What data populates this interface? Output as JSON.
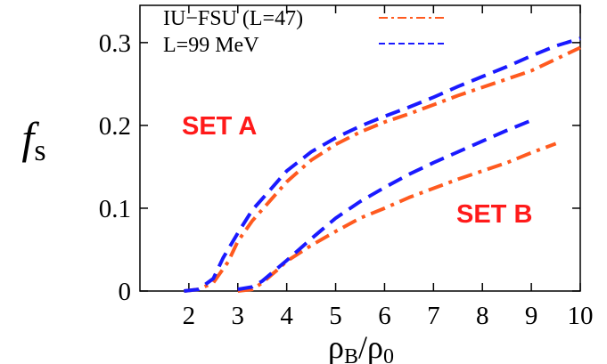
{
  "chart_data": {
    "type": "line",
    "xlabel": "ρ",
    "xlabel_sub1": "B",
    "xlabel_slash": "/ρ",
    "xlabel_sub2": "0",
    "ylabel": "f",
    "ylabel_sub": "s",
    "xlim": [
      1.0,
      10.0
    ],
    "ylim": [
      0.0,
      0.345
    ],
    "xticks": [
      2,
      3,
      4,
      5,
      6,
      7,
      8,
      9,
      10
    ],
    "xtick_labels": [
      "2",
      "3",
      "4",
      "5",
      "6",
      "7",
      "8",
      "9",
      "10"
    ],
    "yticks": [
      0,
      0.1,
      0.2,
      0.3
    ],
    "ytick_labels": [
      "0",
      "0.1",
      "0.2",
      "0.3"
    ],
    "grid": false,
    "legend_position": "top-left",
    "legend": [
      {
        "name": "IU−FSU (L=47)",
        "color": "#ff5a1f",
        "style": "dashdot"
      },
      {
        "name": "L=99 MeV",
        "color": "#1a1aff",
        "style": "dashed"
      }
    ],
    "annotations": [
      {
        "text": "SET A",
        "color": "#ff1a1a",
        "x": 3.2,
        "y": 0.195
      },
      {
        "text": "SET B",
        "color": "#ff1a1a",
        "x": 8.3,
        "y": 0.092
      }
    ],
    "series": [
      {
        "name": "IU−FSU (L=47)",
        "set": "SET A",
        "color": "#ff5a1f",
        "style": "dashdot",
        "x": [
          1.9,
          2.2,
          2.5,
          2.8,
          3.0,
          3.3,
          3.6,
          4.0,
          4.5,
          5.0,
          5.5,
          6.0,
          6.5,
          7.0,
          7.5,
          8.0,
          8.5,
          9.0,
          9.5,
          10.0
        ],
        "y": [
          0.0,
          0.002,
          0.01,
          0.035,
          0.06,
          0.085,
          0.105,
          0.132,
          0.158,
          0.177,
          0.192,
          0.204,
          0.214,
          0.225,
          0.236,
          0.246,
          0.256,
          0.266,
          0.28,
          0.294
        ]
      },
      {
        "name": "L=99 MeV",
        "set": "SET A",
        "color": "#1a1aff",
        "style": "dashed",
        "x": [
          1.9,
          2.2,
          2.5,
          2.7,
          3.0,
          3.3,
          3.6,
          4.0,
          4.5,
          5.0,
          5.5,
          6.0,
          6.5,
          7.0,
          7.5,
          8.0,
          8.5,
          9.0,
          9.5,
          10.0
        ],
        "y": [
          0.0,
          0.002,
          0.015,
          0.04,
          0.07,
          0.098,
          0.118,
          0.145,
          0.168,
          0.185,
          0.199,
          0.211,
          0.222,
          0.234,
          0.247,
          0.259,
          0.271,
          0.284,
          0.296,
          0.305
        ]
      },
      {
        "name": "IU−FSU (L=47)",
        "set": "SET B",
        "color": "#ff5a1f",
        "style": "dashdot",
        "x": [
          3.0,
          3.3,
          3.5,
          3.8,
          4.0,
          4.5,
          5.0,
          5.5,
          6.0,
          6.5,
          7.0,
          7.5,
          8.0,
          8.5,
          9.0,
          9.5
        ],
        "y": [
          0.0,
          0.002,
          0.01,
          0.025,
          0.036,
          0.055,
          0.072,
          0.088,
          0.1,
          0.113,
          0.124,
          0.135,
          0.145,
          0.155,
          0.167,
          0.178
        ]
      },
      {
        "name": "L=99 MeV",
        "set": "SET B",
        "color": "#1a1aff",
        "style": "dashed",
        "x": [
          3.0,
          3.3,
          3.5,
          3.8,
          4.0,
          4.5,
          5.0,
          5.5,
          6.0,
          6.5,
          7.0,
          7.5,
          8.0,
          8.5,
          9.0
        ],
        "y": [
          0.002,
          0.005,
          0.012,
          0.027,
          0.037,
          0.063,
          0.088,
          0.108,
          0.125,
          0.141,
          0.155,
          0.168,
          0.181,
          0.194,
          0.206
        ]
      }
    ]
  }
}
